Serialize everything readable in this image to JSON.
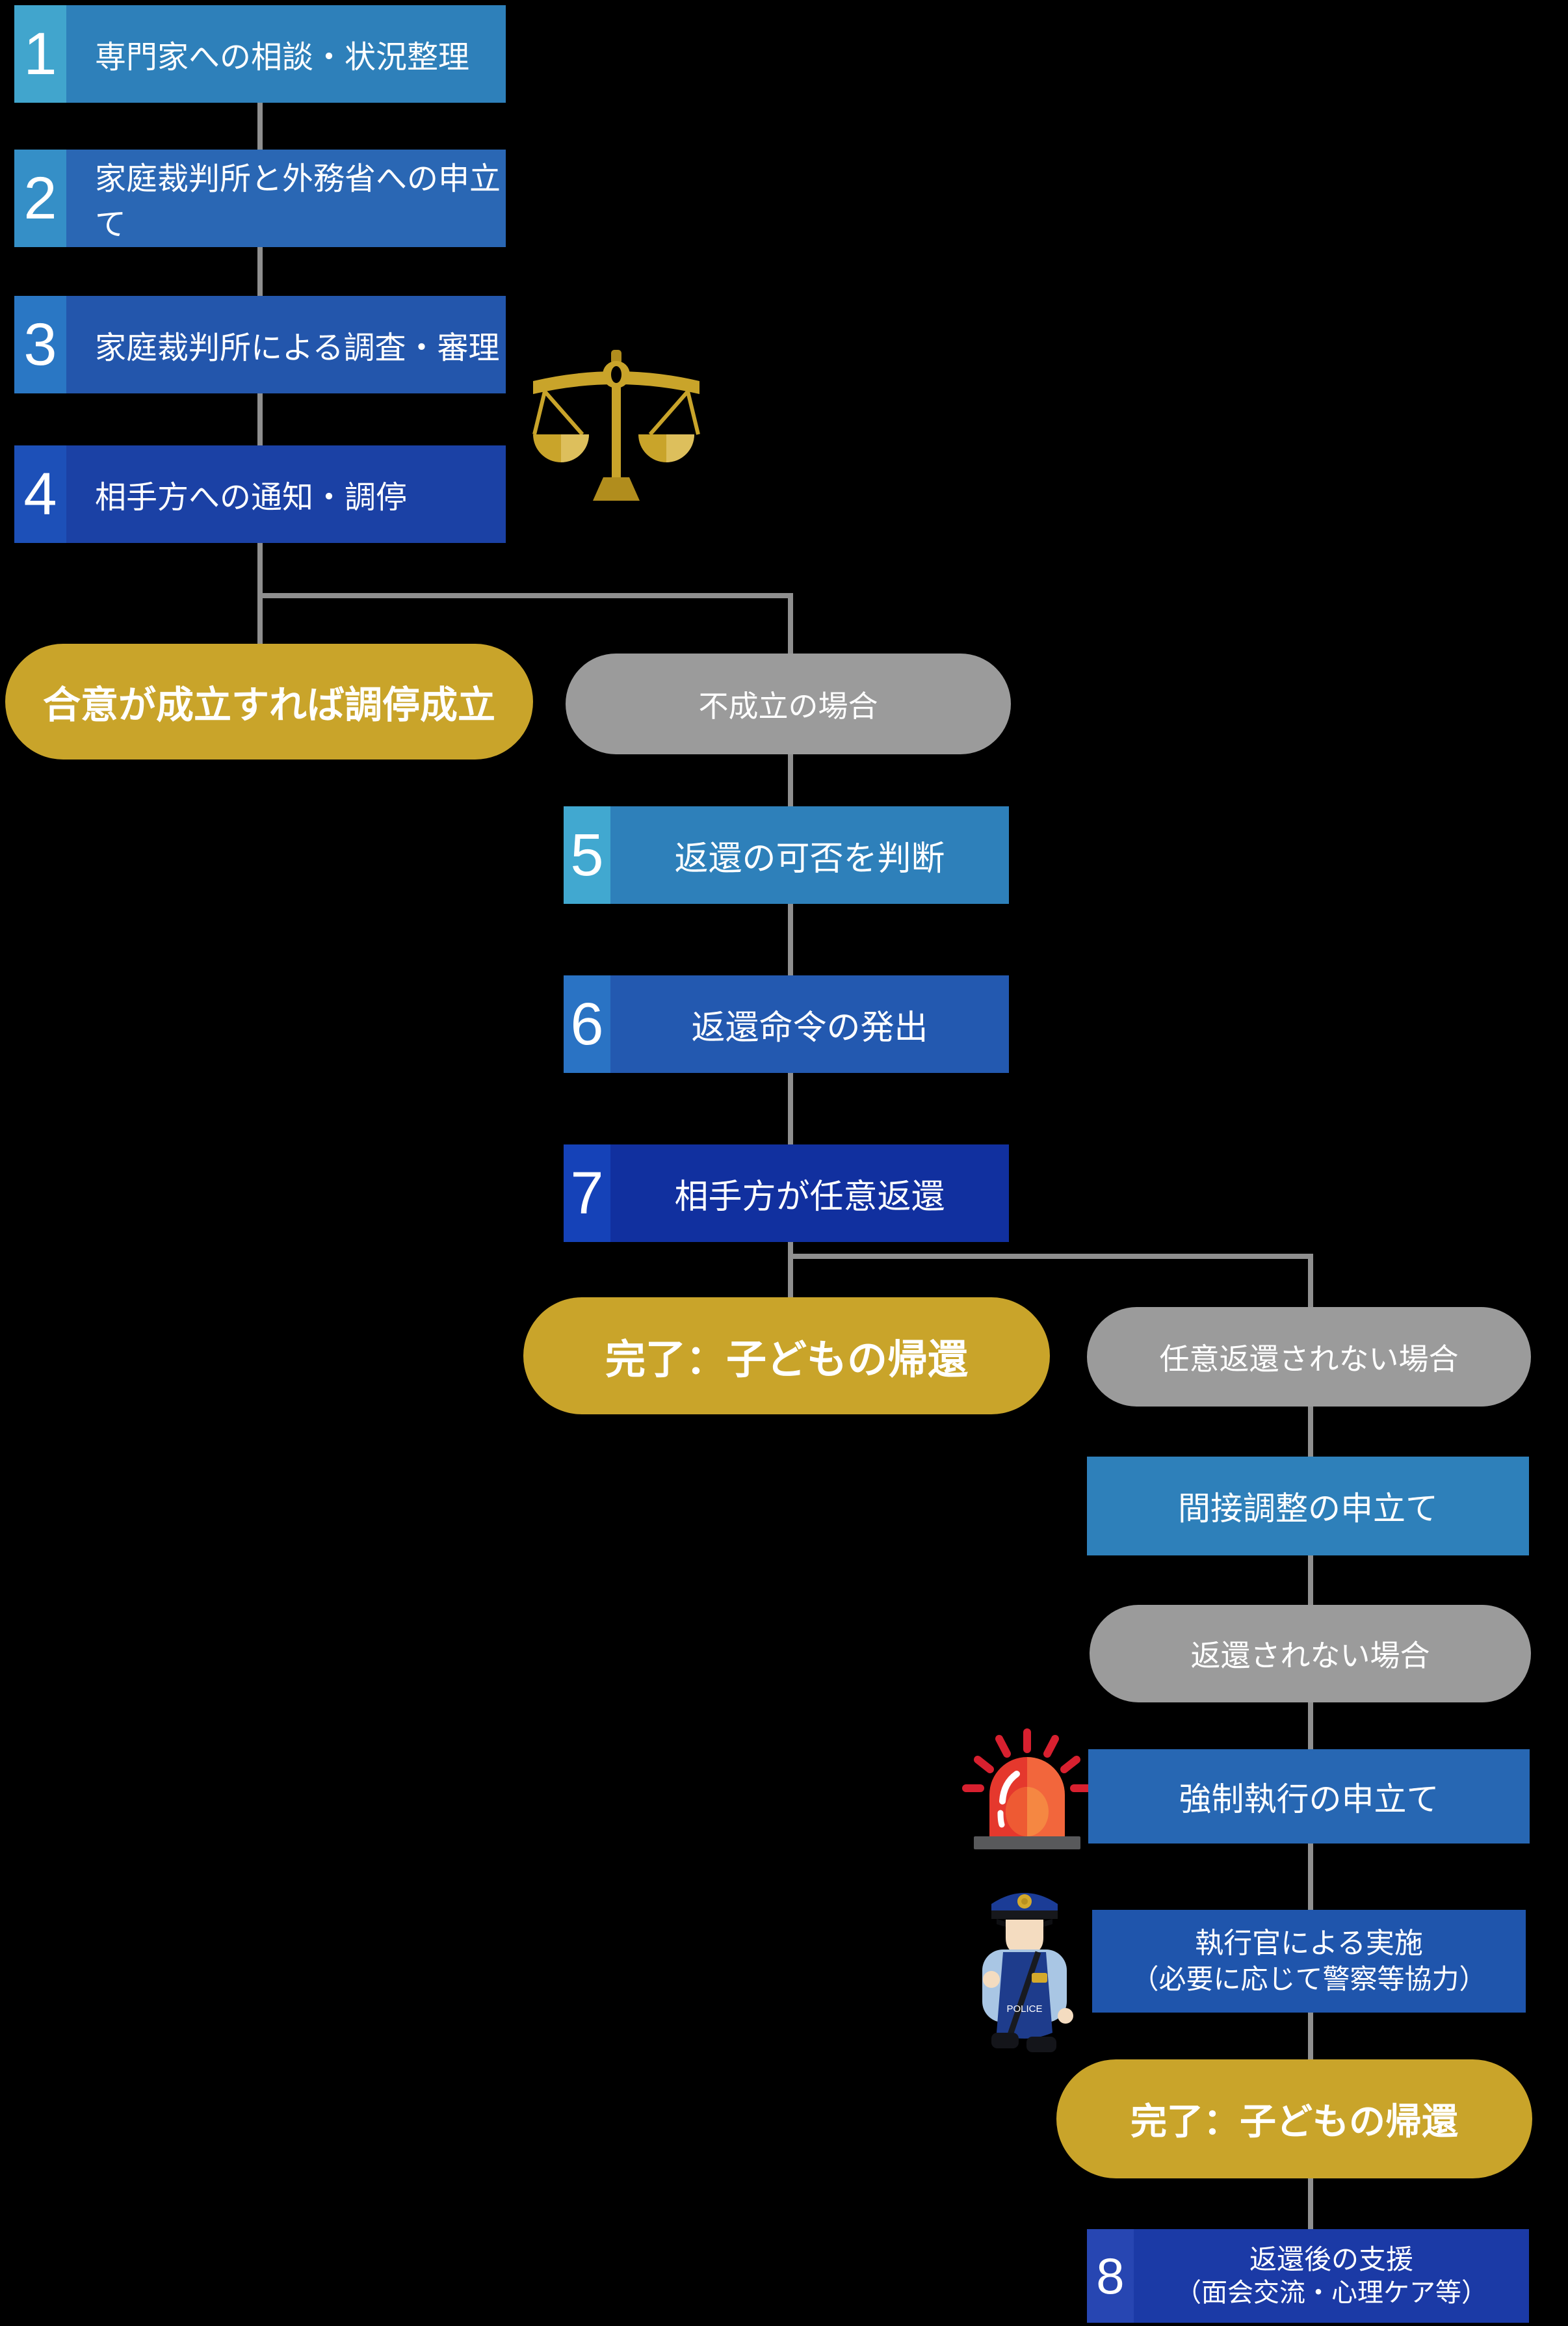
{
  "colors": {
    "bg": "#000000",
    "line": "#8f8f8f",
    "text": "#ffffff",
    "gold": "#c9a42a",
    "gold-dark": "#b18d1d",
    "gold-light": "#ddbf5c",
    "gray-pill": "#9b9b9b",
    "siren-red": "#e5382d",
    "siren-orange": "#f2663c",
    "siren-inner": "#f58742",
    "siren-inner-left": "#ee5a33",
    "siren-ray": "#d8202f",
    "siren-base": "#58595b",
    "police-navy": "#1b3c96",
    "police-dark": "#17181c",
    "police-shirt": "#a9c6e4",
    "police-vest": "#1e3c8c",
    "police-skin": "#f4dcc0",
    "police-gold": "#d4a92c"
  },
  "steps": [
    {
      "num": "1",
      "label": "専門家への相談・状況整理",
      "fill": "#2e80ba",
      "tab": "#41a5cd"
    },
    {
      "num": "2",
      "label": "家庭裁判所と外務省への申立て",
      "fill": "#2a67b4",
      "tab": "#358fc7"
    },
    {
      "num": "3",
      "label": "家庭裁判所による調査・審理",
      "fill": "#2356ac",
      "tab": "#2a77c4"
    },
    {
      "num": "4",
      "label": "相手方への通知・調停",
      "fill": "#1b41a5",
      "tab": "#1d50b8"
    },
    {
      "num": "5",
      "label": "返還の可否を判断",
      "fill": "#2e80ba",
      "tab": "#41a8d0"
    },
    {
      "num": "6",
      "label": "返還命令の発出",
      "fill": "#2359b0",
      "tab": "#2a73c4"
    },
    {
      "num": "7",
      "label": "相手方が任意返還",
      "fill": "#11309f",
      "tab": "#1542b8"
    },
    {
      "num": "8",
      "label_line1": "返還後の支援",
      "label_line2": "（面会交流・心理ケア等）",
      "fill": "#1b3aa6",
      "tab": "#2746b2"
    }
  ],
  "pills": {
    "mediation_success": {
      "label": "合意が成立すれば調停成立",
      "fill": "#c9a42a"
    },
    "mediation_fail": {
      "label": "不成立の場合",
      "fill": "#9b9b9b"
    },
    "complete_voluntary": {
      "label": "完了：子どもの帰還",
      "fill": "#c9a42a"
    },
    "not_voluntary": {
      "label": "任意返還されない場合",
      "fill": "#9b9b9b"
    },
    "not_returned": {
      "label": "返還されない場合",
      "fill": "#9b9b9b"
    },
    "complete_enforced": {
      "label": "完了：子どもの帰還",
      "fill": "#c9a42a"
    }
  },
  "boxes": {
    "indirect": {
      "label": "間接調整の申立て",
      "fill": "#2e80ba"
    },
    "enforcement": {
      "label": "強制執行の申立て",
      "fill": "#2767b3"
    },
    "officer": {
      "label_line1": "執行官による実施",
      "label_line2": "（必要に応じて警察等協力）",
      "fill": "#1f55ac"
    }
  },
  "icons": {
    "scales": "scales-of-justice",
    "siren": "emergency-siren",
    "police": "police-officer",
    "police_label": "POLICE"
  }
}
